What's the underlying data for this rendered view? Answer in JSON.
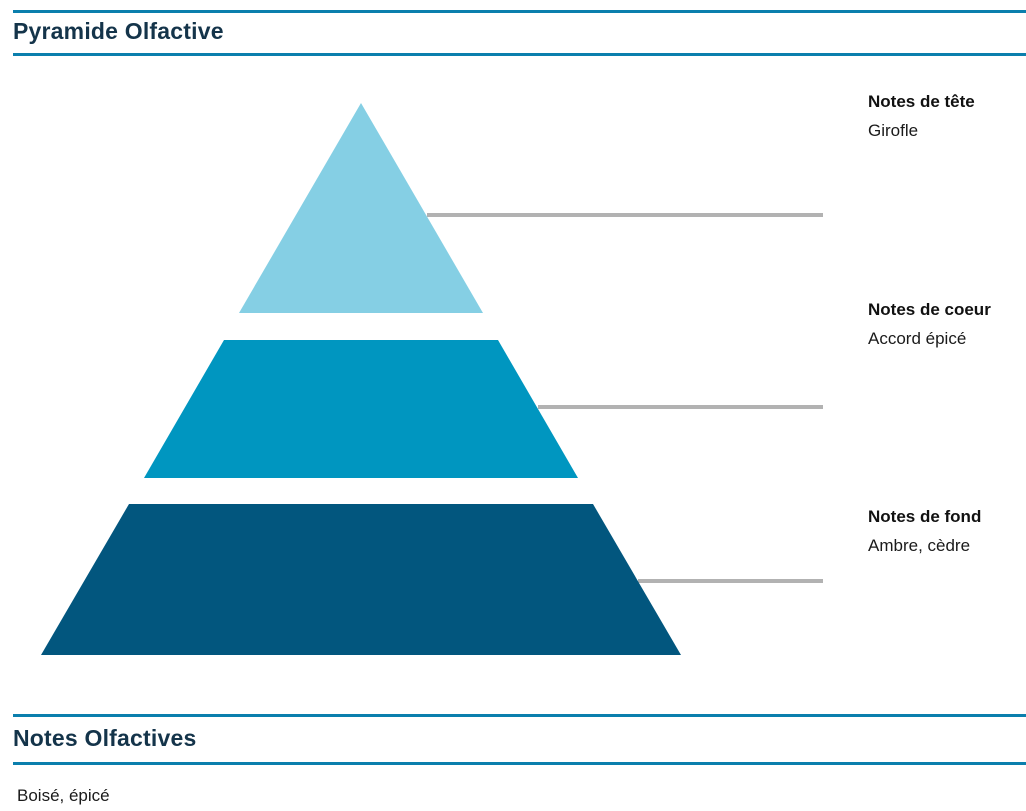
{
  "page": {
    "background_color": "#ffffff",
    "accent_line_color": "#0b7fad",
    "heading_color": "#14344a",
    "connector_color": "#b2b2b2"
  },
  "pyramid_section": {
    "title": "Pyramide Olfactive",
    "levels": [
      {
        "id": "head",
        "label": "Notes de tête",
        "value": "Girofle",
        "color": "#85cfe4"
      },
      {
        "id": "heart",
        "label": "Notes de coeur",
        "value": "Accord épicé",
        "color": "#0096c0"
      },
      {
        "id": "base",
        "label": "Notes de fond",
        "value": "Ambre, cèdre",
        "color": "#02567e"
      }
    ]
  },
  "notes_section": {
    "title": "Notes Olfactives",
    "value": "Boisé, épicé"
  }
}
